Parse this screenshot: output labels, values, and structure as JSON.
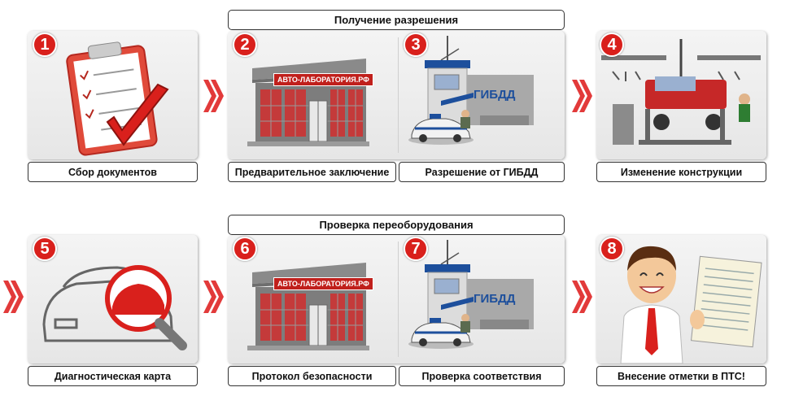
{
  "colors": {
    "accent": "#d9201c",
    "gibdd_blue": "#1d4f9c",
    "frame": "#333333"
  },
  "groups": {
    "top": "Получение разрешения",
    "bottom": "Проверка переоборудования"
  },
  "brand_sign": "АВТО-ЛАБОРАТОРИЯ.РФ",
  "gibdd_sign": "ГИБДД",
  "steps": [
    {
      "number": "1",
      "caption": "Сбор документов",
      "icon": "clipboard-checklist-icon"
    },
    {
      "number": "2",
      "caption": "Предварительное заключение",
      "icon": "laboratory-building-icon"
    },
    {
      "number": "3",
      "caption": "Разрешение от ГИБДД",
      "icon": "police-station-icon"
    },
    {
      "number": "4",
      "caption": "Изменение конструкции",
      "icon": "car-workshop-icon"
    },
    {
      "number": "5",
      "caption": "Диагностическая карта",
      "icon": "car-magnifier-icon"
    },
    {
      "number": "6",
      "caption": "Протокол безопасности",
      "icon": "laboratory-building-icon"
    },
    {
      "number": "7",
      "caption": "Проверка соответствия",
      "icon": "police-station-icon"
    },
    {
      "number": "8",
      "caption": "Внесение отметки в ПТС!",
      "icon": "happy-man-document-icon"
    }
  ]
}
